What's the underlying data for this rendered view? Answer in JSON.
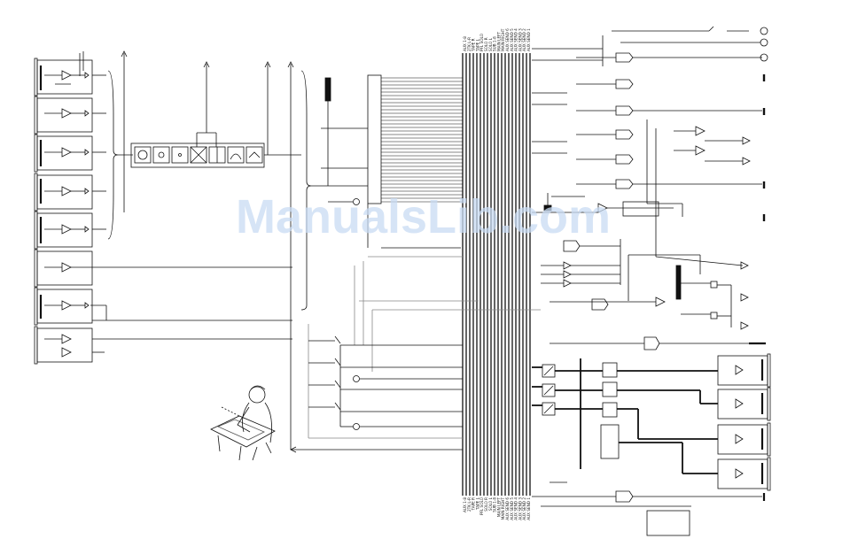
{
  "watermark": {
    "text": "ManualsLib.com"
  },
  "bus_labels_top": [
    "AUX SEND 1",
    "AUX SEND 2",
    "AUX SEND 3",
    "AUX SEND 4",
    "AUX SEND 5",
    "AUX SEND 6",
    "MAIN RIGHT",
    "MAIN LEFT",
    "SUB 1-8",
    "SOLO L",
    "SOLO R",
    "PFL SOLO",
    "TAPE L",
    "TAPE R",
    "2TK L-R",
    "AUX 1-8"
  ],
  "bus_labels_bottom": [
    "AUX SEND 1",
    "AUX SEND 2",
    "AUX SEND 3",
    "AUX SEND 4",
    "AUX SEND 5",
    "AUX SEND 6",
    "MAIN RIGHT",
    "MAIN LEFT",
    "SUB 1-8",
    "SOLO L",
    "SOLO R",
    "PFL SOLO",
    "TAPE L",
    "TAPE R",
    "2TK L-R",
    "AUX 1-8"
  ],
  "colors": {
    "line": "#111111",
    "grey": "#888888",
    "watermark": "#c9dcf3"
  }
}
